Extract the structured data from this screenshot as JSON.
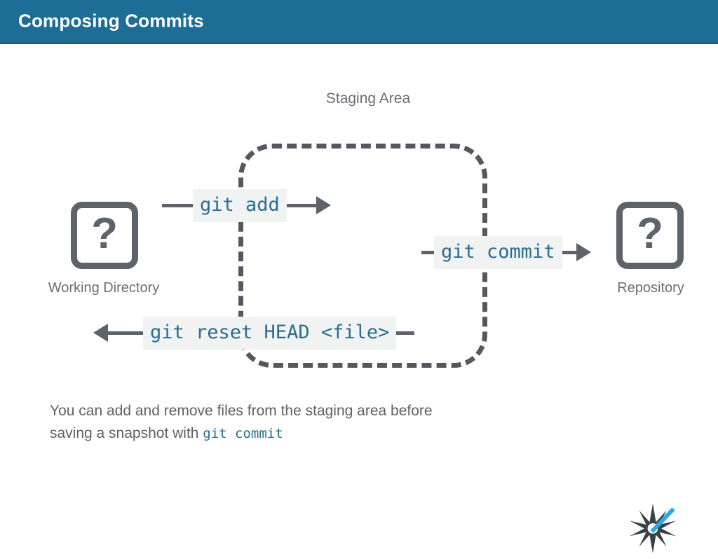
{
  "header": {
    "title": "Composing Commits",
    "background_color": "#1d6d96",
    "text_color": "#ffffff"
  },
  "diagram": {
    "staging_area_label": "Staging Area",
    "nodes": [
      {
        "id": "working-directory",
        "caption": "Working Directory",
        "icon": "question-mark-box"
      },
      {
        "id": "repository",
        "caption": "Repository",
        "icon": "question-mark-box"
      }
    ],
    "transitions": [
      {
        "id": "add",
        "command": "git add",
        "direction": "right"
      },
      {
        "id": "commit",
        "command": "git commit",
        "direction": "right"
      },
      {
        "id": "reset",
        "command": "git reset HEAD <file>",
        "direction": "left"
      }
    ],
    "icon_glyph": "?",
    "colors": {
      "stroke": "#5e636b",
      "dashed_border": "#55585e",
      "code_text": "#2c6d8d",
      "code_background": "#f1f2f2",
      "caption_text": "#6a6e75"
    }
  },
  "body": {
    "line1": "You can add and remove files from the staging area before",
    "line2_prefix": "saving a snapshot with ",
    "line2_code": "git commit"
  },
  "logo": {
    "name": "starburst-logo",
    "star_color": "#3b4148",
    "ray_color": "#29abe2"
  }
}
